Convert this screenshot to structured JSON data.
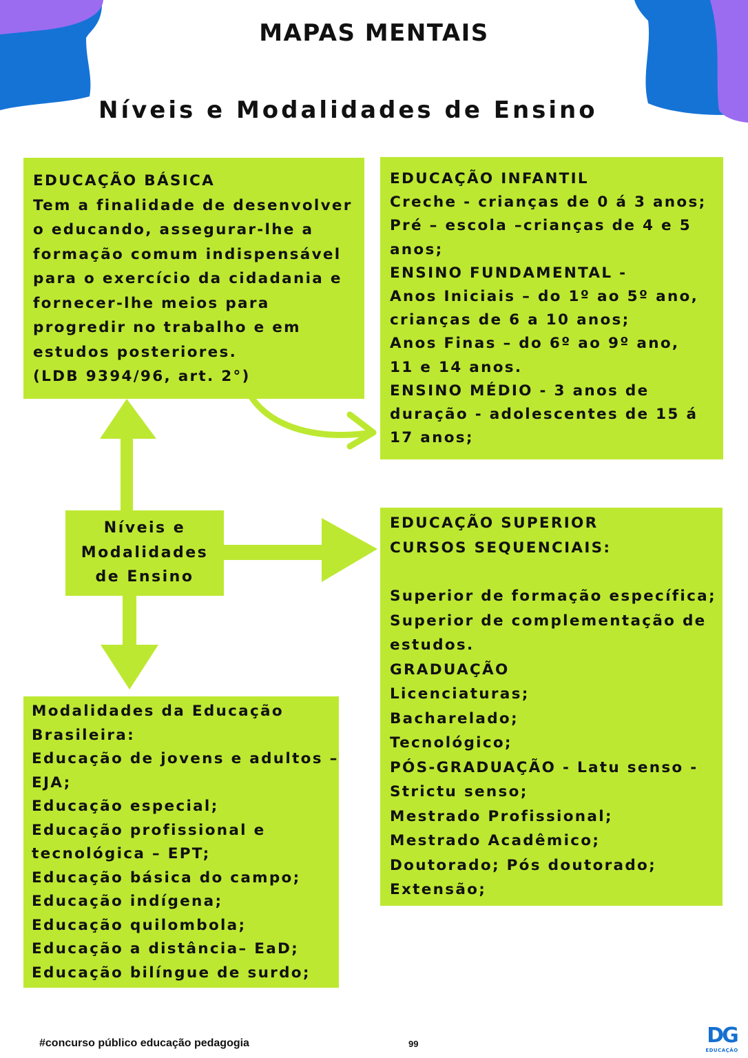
{
  "colors": {
    "box_fill": "#bde832",
    "arrow_fill": "#bde832",
    "deco_blue": "#1573d6",
    "deco_purple": "#9b6cf0",
    "logo_blue": "#1570d0"
  },
  "header": {
    "title": "MAPAS MENTAIS"
  },
  "subtitle": "Níveis e Modalidades de Ensino",
  "center_node": {
    "lines": [
      "Níveis e",
      "Modalidades",
      "de Ensino"
    ]
  },
  "educacao_basica": {
    "lines": [
      "EDUCAÇÃO BÁSICA",
      "Tem a finalidade de desenvolver",
      "o educando, assegurar-lhe a",
      "formação comum indispensável",
      "para o exercício da cidadania e",
      "fornecer-lhe meios para",
      "progredir no trabalho e em",
      "estudos posteriores.",
      "(LDB 9394/96, art. 2°)"
    ]
  },
  "educacao_infantil": {
    "lines": [
      "EDUCAÇÃO INFANTIL",
      "Creche - crianças de 0 á 3 anos;",
      "Pré – escola –crianças de 4 e 5",
      "anos;",
      "ENSINO FUNDAMENTAL -",
      "Anos Iniciais – do 1º ao 5º ano,",
      "crianças de 6 a 10 anos;",
      "Anos Finas – do 6º ao 9º ano,",
      "11 e 14 anos.",
      "ENSINO MÉDIO - 3 anos de",
      "duração - adolescentes de 15 á",
      "17 anos;"
    ]
  },
  "educacao_superior": {
    "heading_lines": [
      "EDUCAÇÃO SUPERIOR",
      "CURSOS SEQUENCIAIS:"
    ],
    "lines": [
      "Superior de formação específica;",
      "Superior de complementação de",
      "estudos.",
      "GRADUAÇÃO",
      "Licenciaturas;",
      "Bacharelado;",
      "Tecnológico;",
      "PÓS-GRADUAÇÃO - Latu senso -",
      "Strictu senso;",
      "Mestrado Profissional;",
      "Mestrado Acadêmico;",
      "Doutorado; Pós doutorado;",
      "Extensão;"
    ]
  },
  "modalidades": {
    "lines": [
      "Modalidades da Educação",
      "Brasileira:",
      "Educação de jovens e adultos –",
      "EJA;",
      "Educação especial;",
      "Educação profissional e",
      "tecnológica – EPT;",
      "Educação básica do campo;",
      "Educação indígena;",
      "Educação quilombola;",
      "Educação a distância– EaD;",
      "Educação bilíngue de surdo;"
    ]
  },
  "footer": {
    "tag": "#concurso público educação pedagogia",
    "page_number": "99",
    "logo_text": "DG",
    "logo_subtext": "EDUCAÇÃO"
  }
}
